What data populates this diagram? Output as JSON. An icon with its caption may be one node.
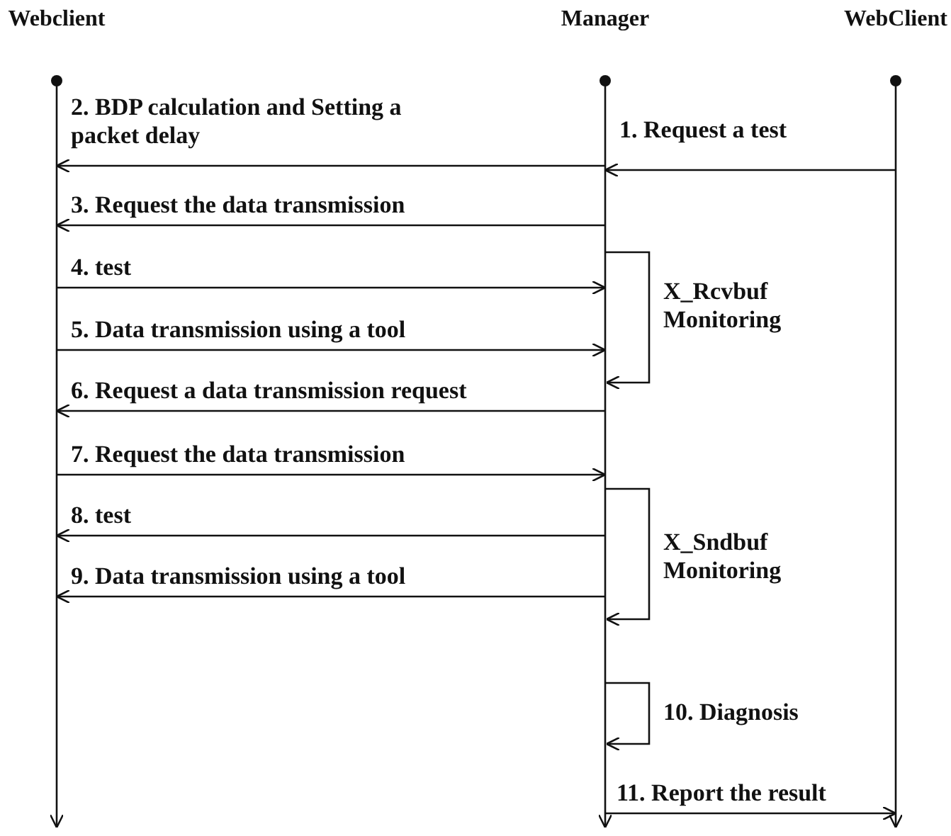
{
  "diagram": {
    "nodes": [
      {
        "text": [
          "Webclient"
        ]
      },
      {
        "text": [
          "Manager"
        ]
      },
      {
        "text": [
          "WebClient"
        ]
      }
    ],
    "edges": [
      {
        "from": 2,
        "to": 1,
        "arrow": "to",
        "label": "1. Request a test"
      },
      {
        "from": 1,
        "to": 0,
        "arrow": "to",
        "label": "2. BDP calculation and Setting a packet delay"
      },
      {
        "from": 1,
        "to": 0,
        "arrow": "to",
        "label": "3. Request the data transmission"
      },
      {
        "from": 1,
        "to": 1,
        "arrow": "to",
        "label": "X_Rcvbuf Monitoring"
      },
      {
        "from": 0,
        "to": 1,
        "arrow": "to",
        "label": "4. test"
      },
      {
        "from": 0,
        "to": 1,
        "arrow": "to",
        "label": "5. Data transmission using a tool"
      },
      {
        "from": 1,
        "to": 0,
        "arrow": "to",
        "label": "6. Request a data transmission request"
      },
      {
        "from": 0,
        "to": 1,
        "arrow": "to",
        "label": "7. Request the data transmission"
      },
      {
        "from": 1,
        "to": 1,
        "arrow": "to",
        "label": "X_Sndbuf Monitoring"
      },
      {
        "from": 1,
        "to": 0,
        "arrow": "to",
        "label": "8. test"
      },
      {
        "from": 1,
        "to": 0,
        "arrow": "to",
        "label": "9. Data transmission using a tool"
      },
      {
        "from": 1,
        "to": 1,
        "arrow": "to",
        "label": "10. Diagnosis"
      },
      {
        "from": 1,
        "to": 2,
        "arrow": "to",
        "label": "11. Report the result"
      }
    ]
  }
}
